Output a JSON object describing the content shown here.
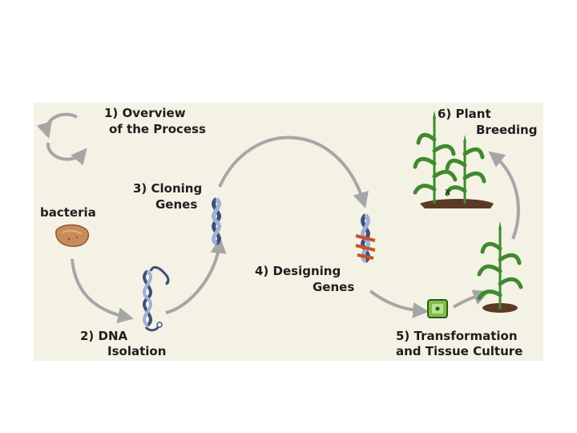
{
  "diagram": {
    "steps": [
      {
        "number": "1)",
        "line1": "Overview",
        "line2": "of the Process",
        "label": "1) Overview"
      },
      {
        "label": "2) DNA",
        "line2": "Isolation"
      },
      {
        "label": "3) Cloning",
        "line2": "Genes"
      },
      {
        "label": "4) Designing",
        "line2": "Genes"
      },
      {
        "label": "5) Transformation",
        "line2": "and Tissue Culture"
      },
      {
        "label": "6) Plant",
        "line2": "Breeding"
      }
    ],
    "source_label": "bacteria",
    "cross_mark": "x",
    "colors": {
      "panel_bg": "#f4f2e5",
      "arrow": "#a6a6a6",
      "dna_blue": "#3d4f7d",
      "dna_light": "#9fb0d2",
      "designed_orange": "#c4552c",
      "bacteria": "#c88c5a",
      "leaf_green": "#3f8a2d",
      "soil": "#5a3a26"
    }
  }
}
